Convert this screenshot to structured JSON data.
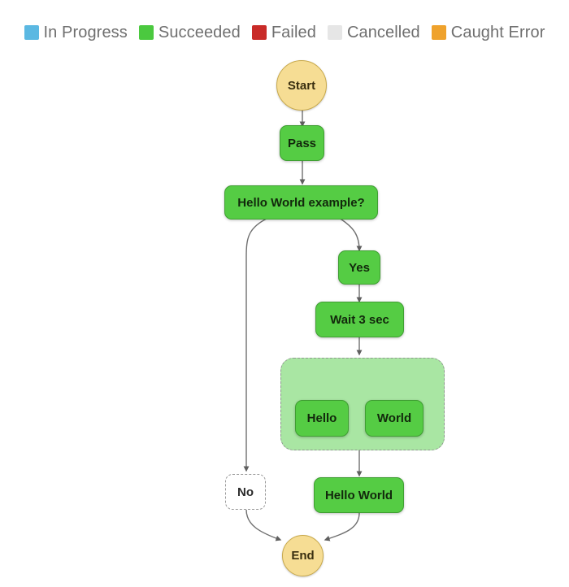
{
  "legend": {
    "items": [
      {
        "label": "In Progress",
        "color": "#5BB8E2",
        "icon": "legend-swatch-icon"
      },
      {
        "label": "Succeeded",
        "color": "#4BC93F",
        "icon": "legend-swatch-icon"
      },
      {
        "label": "Failed",
        "color": "#C92B28",
        "icon": "legend-swatch-icon"
      },
      {
        "label": "Cancelled",
        "color": "#E6E6E6",
        "icon": "legend-swatch-icon"
      },
      {
        "label": "Caught Error",
        "color": "#EFA22C",
        "icon": "legend-swatch-icon"
      }
    ]
  },
  "graph": {
    "title": "state-machine-execution-graph",
    "nodes": [
      {
        "id": "start",
        "label": "Start",
        "status": "Caught Error",
        "shape": "circle"
      },
      {
        "id": "pass",
        "label": "Pass",
        "status": "Succeeded",
        "shape": "rounded-rect"
      },
      {
        "id": "choice",
        "label": "Hello World example?",
        "status": "Succeeded",
        "shape": "rounded-rect"
      },
      {
        "id": "yes",
        "label": "Yes",
        "status": "Succeeded",
        "shape": "rounded-rect"
      },
      {
        "id": "wait",
        "label": "Wait 3 sec",
        "status": "Succeeded",
        "shape": "rounded-rect"
      },
      {
        "id": "parallel",
        "label": "",
        "status": "Succeeded",
        "shape": "group"
      },
      {
        "id": "hello",
        "label": "Hello",
        "status": "Succeeded",
        "shape": "rounded-rect"
      },
      {
        "id": "world",
        "label": "World",
        "status": "Succeeded",
        "shape": "rounded-rect"
      },
      {
        "id": "no",
        "label": "No",
        "status": "Not executed",
        "shape": "rounded-rect"
      },
      {
        "id": "hello-world",
        "label": "Hello World",
        "status": "Succeeded",
        "shape": "rounded-rect"
      },
      {
        "id": "end",
        "label": "End",
        "status": "Caught Error",
        "shape": "circle"
      }
    ],
    "edges": [
      {
        "from": "start",
        "to": "pass"
      },
      {
        "from": "pass",
        "to": "choice"
      },
      {
        "from": "choice",
        "to": "no"
      },
      {
        "from": "choice",
        "to": "yes"
      },
      {
        "from": "yes",
        "to": "wait"
      },
      {
        "from": "wait",
        "to": "parallel"
      },
      {
        "from": "parallel",
        "to": "hello"
      },
      {
        "from": "parallel",
        "to": "world"
      },
      {
        "from": "parallel",
        "to": "hello-world"
      },
      {
        "from": "no",
        "to": "end"
      },
      {
        "from": "hello-world",
        "to": "end"
      }
    ],
    "colors": {
      "succeeded_fill": "#55CC44",
      "succeeded_stroke": "#3f9e32",
      "terminal_fill": "#F6DD94",
      "terminal_stroke": "#C8A94B",
      "group_fill": "#A9E6A3",
      "group_stroke": "#8f9a8f",
      "skipped_fill": "#ffffff",
      "skipped_stroke": "#9a9a9a",
      "edge_stroke": "#6f6f6f",
      "background": "#ffffff"
    }
  }
}
